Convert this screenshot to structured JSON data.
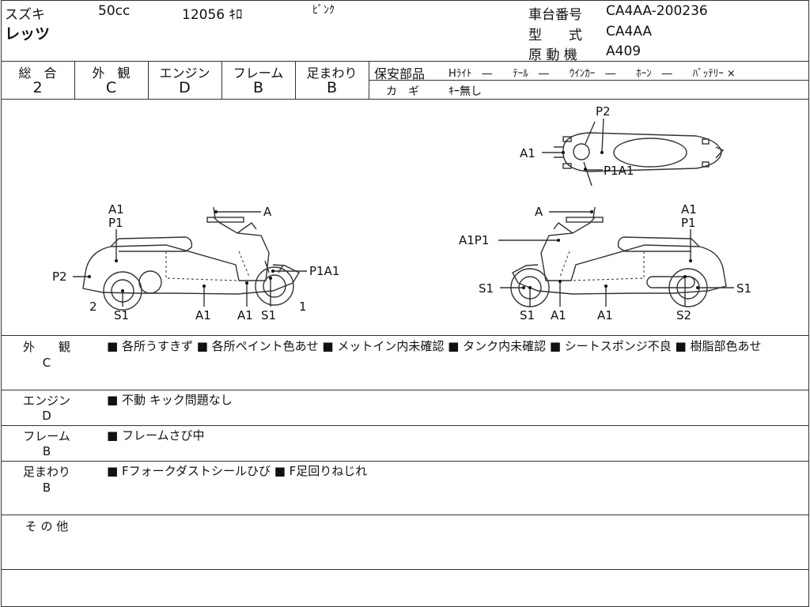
{
  "header": {
    "maker": "スズキ",
    "displacement": "50cc",
    "mileage": "12056 ｷﾛ",
    "color": "ﾋﾟﾝｸ",
    "model_name": "レッツ",
    "frame_no_label": "車台番号",
    "frame_no": "CA4AA-200236",
    "type_label": "型　　式",
    "type_value": "CA4AA",
    "engine_label": "原 動 機",
    "engine_value": "A409"
  },
  "grades": {
    "overall": {
      "label": "総　合",
      "value": "2"
    },
    "exterior": {
      "label": "外　観",
      "value": "C"
    },
    "engine": {
      "label": "エンジン",
      "value": "D"
    },
    "frame": {
      "label": "フレーム",
      "value": "B"
    },
    "suspension": {
      "label": "足まわり",
      "value": "B"
    }
  },
  "safety": {
    "label": "保安部品",
    "items": "Hﾗｲﾄ　―　　ﾃｰﾙ　―　　ｳｲﾝｶｰ　―　　ﾎｰﾝ　―　　ﾊﾞｯﾃﾘｰ ×",
    "key_label": "カ　ギ",
    "key_value": "ｷｰ無し"
  },
  "diagram": {
    "top": {
      "a1": "A1",
      "p2": "P2",
      "p1a1": "P1A1"
    },
    "left": {
      "a1": "A1",
      "p1": "P1",
      "a": "A",
      "p2": "P2",
      "p1a1": "P1A1",
      "n2": "2",
      "s1a": "S1",
      "a1b": "A1",
      "a1c": "A1",
      "s1b": "S1",
      "n1": "1"
    },
    "right": {
      "a": "A",
      "a1p1": "A1P1",
      "a1": "A1",
      "p1": "P1",
      "s1a": "S1",
      "s1b": "S1",
      "s1c": "S1",
      "a1b": "A1",
      "a1c": "A1",
      "s2": "S2"
    }
  },
  "notes": [
    {
      "label": "外　　観",
      "grade": "C",
      "text": "■ 各所うすきず ■ 各所ペイント色あせ ■ メットイン内未確認 ■ タンク内未確認 ■ シートスポンジ不良 ■ 樹脂部色あせ"
    },
    {
      "label": "エンジン",
      "grade": "D",
      "text": "■ 不動 キック問題なし"
    },
    {
      "label": "フレーム",
      "grade": "B",
      "text": "■ フレームさび中"
    },
    {
      "label": "足まわり",
      "grade": "B",
      "text": "■ Fフォークダストシールひび ■ F足回りねじれ"
    },
    {
      "label": "そ の 他",
      "grade": "",
      "text": ""
    }
  ]
}
